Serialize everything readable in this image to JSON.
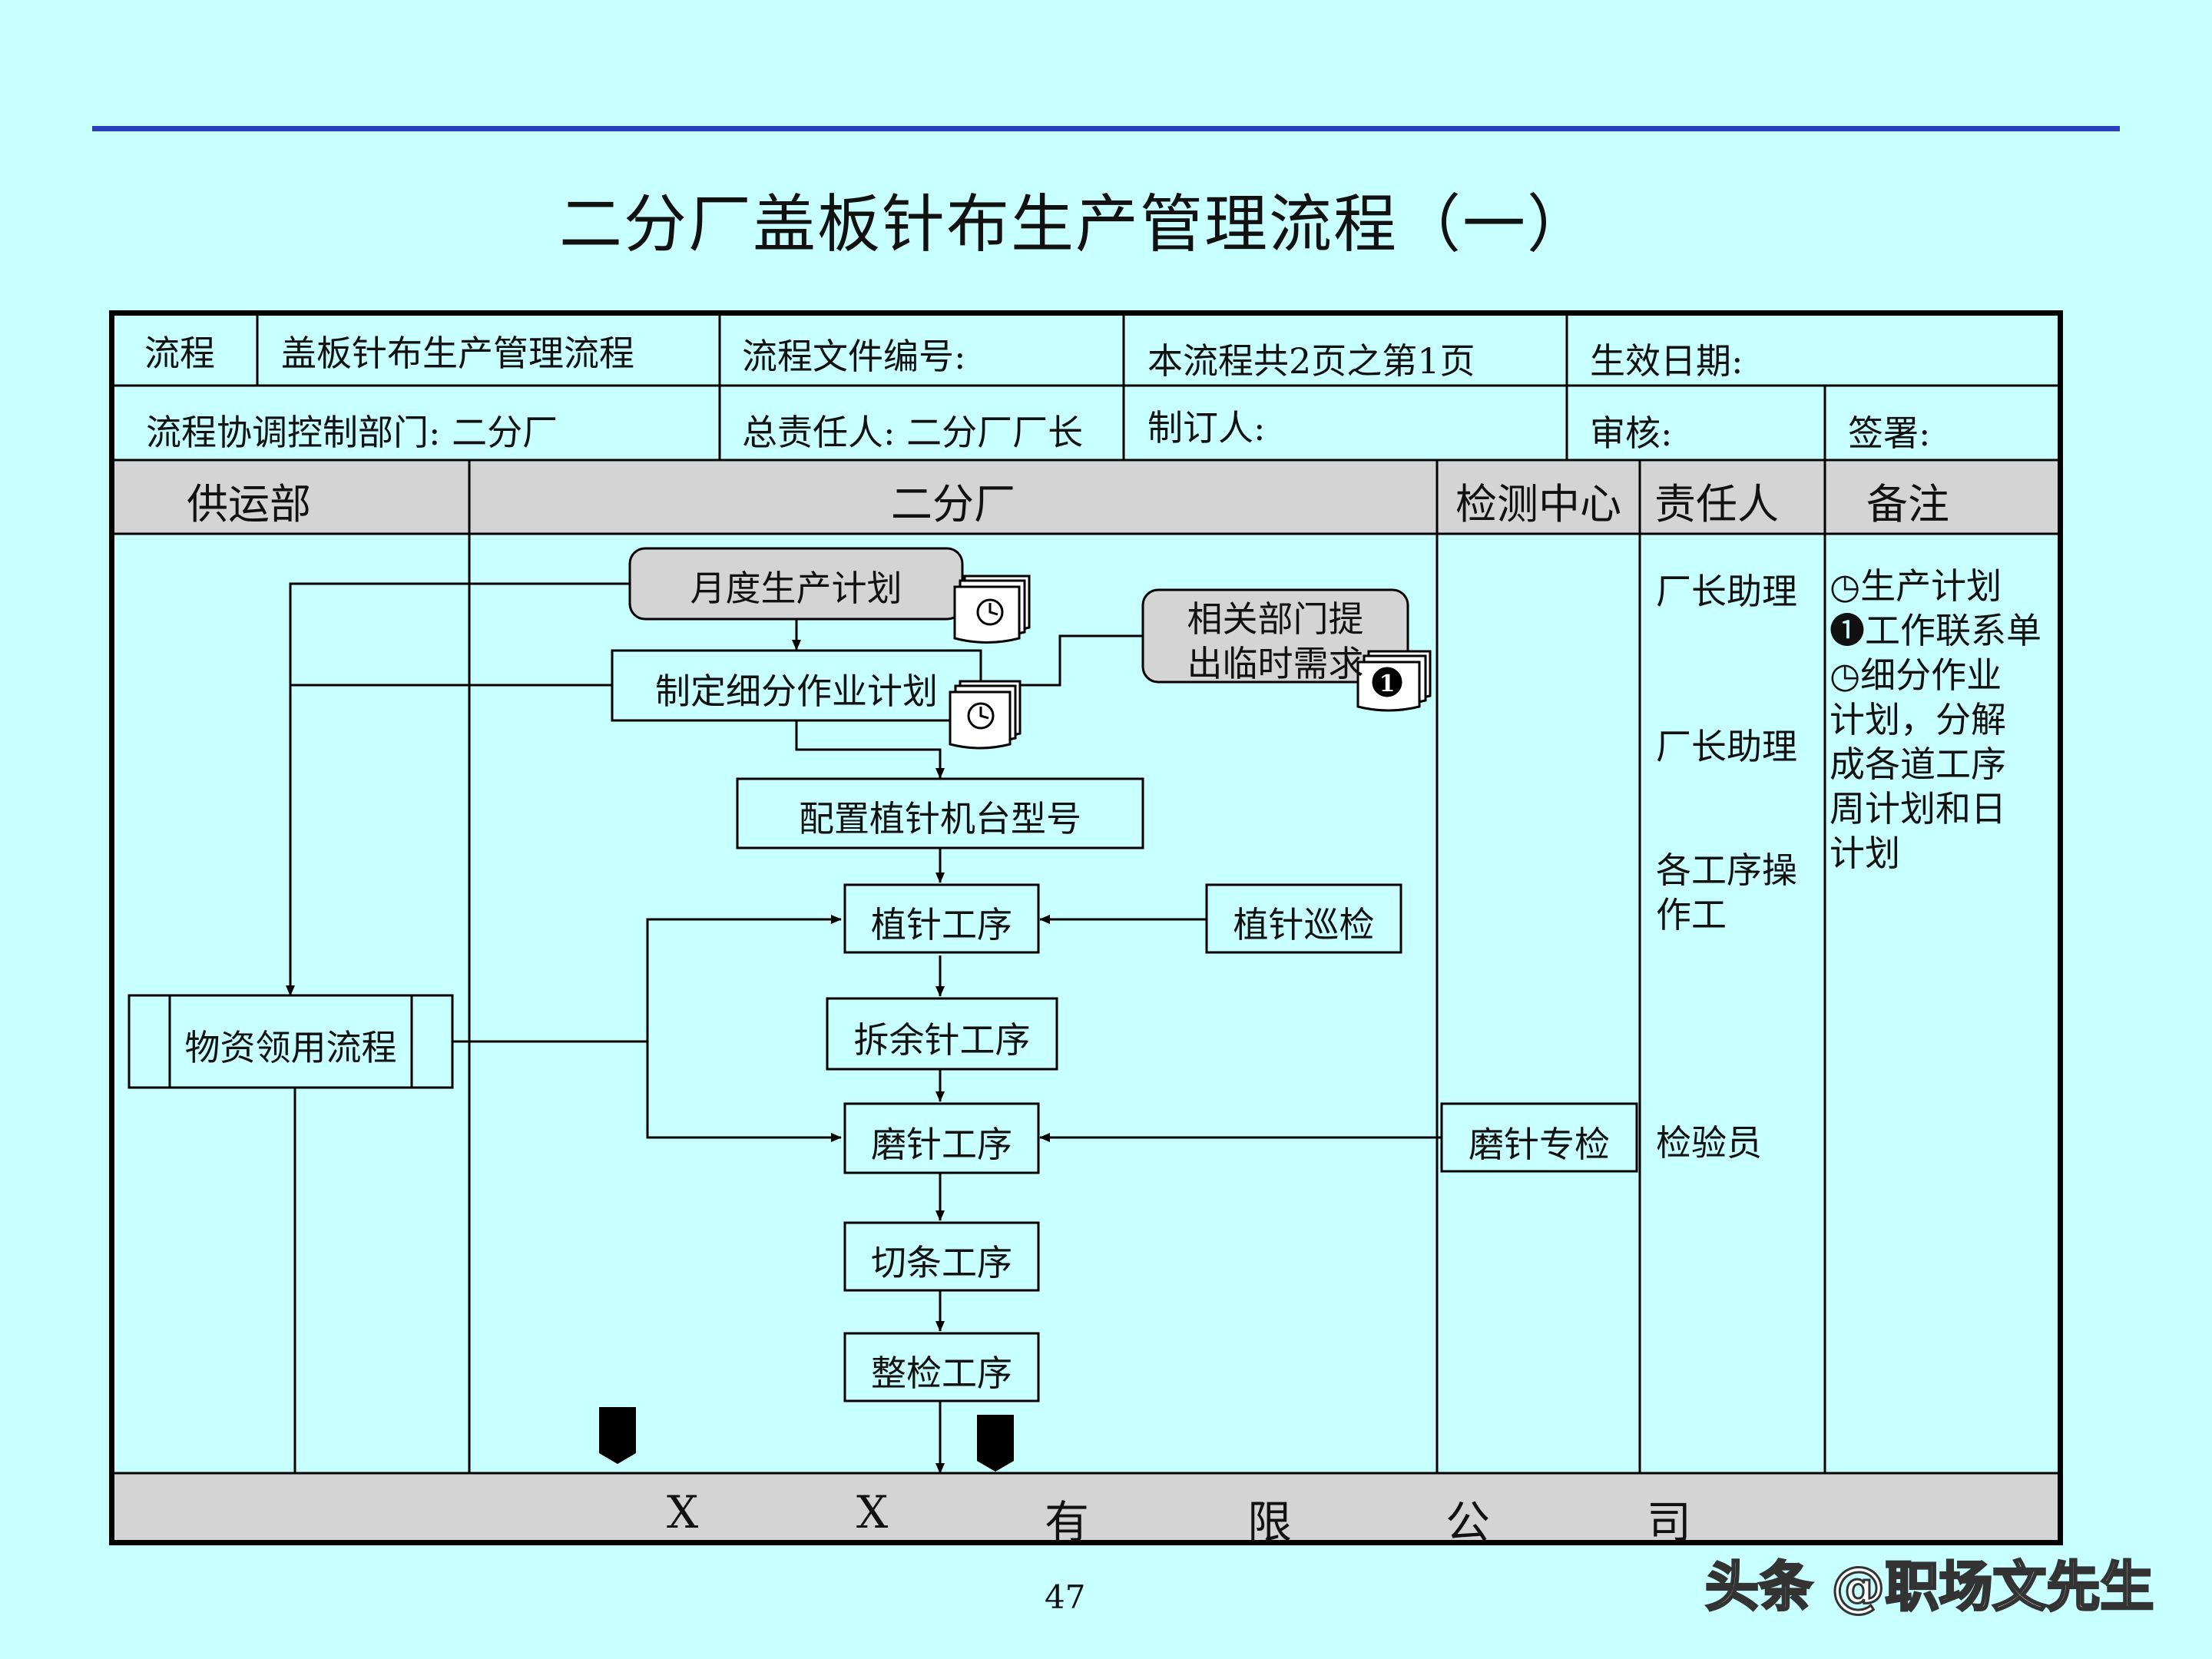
{
  "title": "二分厂盖板针布生产管理流程（一）",
  "header": {
    "row1": {
      "process_label": "流程",
      "process_name": "盖板针布生产管理流程",
      "doc_no_label": "流程文件编号:",
      "pages_label": "本流程共2页之第1页",
      "effective_label": "生效日期:"
    },
    "row2": {
      "dept_label": "流程协调控制部门: 二分厂",
      "owner_label": "总责任人: 二分厂厂长",
      "maker_label": "制订人:",
      "review_label": "审核:",
      "sign_label": "签署:"
    }
  },
  "lanes": [
    "供运部",
    "二分厂",
    "检测中心",
    "责任人",
    "备注"
  ],
  "nodes": {
    "monthly_plan": "月度生产计划",
    "detail_plan": "制定细分作业计划",
    "temp_demand_1": "相关部门提",
    "temp_demand_2": "出临时需求",
    "config_machine": "配置植针机台型号",
    "planting": "植针工序",
    "planting_patrol": "植针巡检",
    "material_flow": "物资领用流程",
    "remove_excess": "拆余针工序",
    "grinding": "磨针工序",
    "grinding_inspect": "磨针专检",
    "cutting": "切条工序",
    "final_check": "整检工序"
  },
  "responsible": {
    "r1": "厂长助理",
    "r2": "厂长助理",
    "r3": "各工序操作工",
    "r4": "检验员"
  },
  "remarks": {
    "line1": "生产计划",
    "line2": "工作联系单",
    "line3": "细分作业",
    "line4": "计划，分解",
    "line5": "成各道工序",
    "line6": "周计划和日",
    "line7": "计划"
  },
  "footer_chars": [
    "X",
    "X",
    "有",
    "限",
    "公",
    "司"
  ],
  "page_number": "47",
  "watermark": "头条 @职场文先生"
}
